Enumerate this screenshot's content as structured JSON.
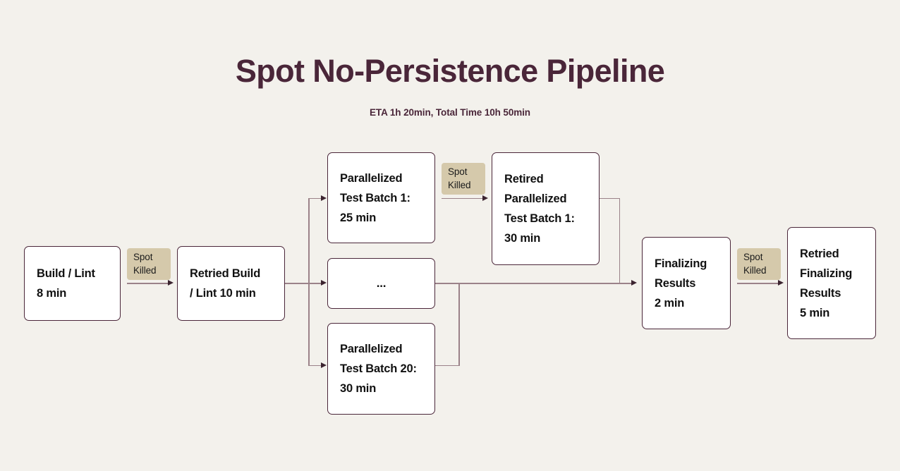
{
  "header": {
    "title": "Spot No-Persistence Pipeline",
    "subtitle": "ETA 1h 20min, Total Time 10h 50min"
  },
  "colors": {
    "background": "#f3f1ec",
    "title": "#4a2639",
    "node_border": "#4a2639",
    "node_fill": "#ffffff",
    "badge_fill": "#d5c9ab",
    "connector": "#9b8289",
    "arrowhead": "#3c2430",
    "node_text": "#111111"
  },
  "nodes": [
    {
      "id": "build-lint",
      "lines": [
        "Build / Lint",
        "8 min"
      ]
    },
    {
      "id": "retried-build-lint",
      "lines": [
        "Retried Build",
        "/ Lint 10 min"
      ]
    },
    {
      "id": "test-batch-1",
      "lines": [
        "Parallelized",
        "Test Batch 1:",
        "25 min"
      ]
    },
    {
      "id": "retired-test-batch-1",
      "lines": [
        "Retired",
        "Parallelized",
        "Test Batch 1:",
        "30 min"
      ]
    },
    {
      "id": "test-batch-ellipsis",
      "lines": [
        "..."
      ]
    },
    {
      "id": "test-batch-20",
      "lines": [
        "Parallelized",
        "Test Batch 20:",
        "30 min"
      ]
    },
    {
      "id": "finalizing-results",
      "lines": [
        "Finalizing",
        "Results",
        "2 min"
      ]
    },
    {
      "id": "retried-finalizing",
      "lines": [
        "Retried",
        "Finalizing",
        "Results",
        "5 min"
      ]
    }
  ],
  "badges": [
    {
      "id": "badge-build",
      "lines": [
        "Spot",
        "Killed"
      ]
    },
    {
      "id": "badge-batch",
      "lines": [
        "Spot",
        "Killed"
      ]
    },
    {
      "id": "badge-finalizing",
      "lines": [
        "Spot",
        "Killed"
      ]
    }
  ]
}
